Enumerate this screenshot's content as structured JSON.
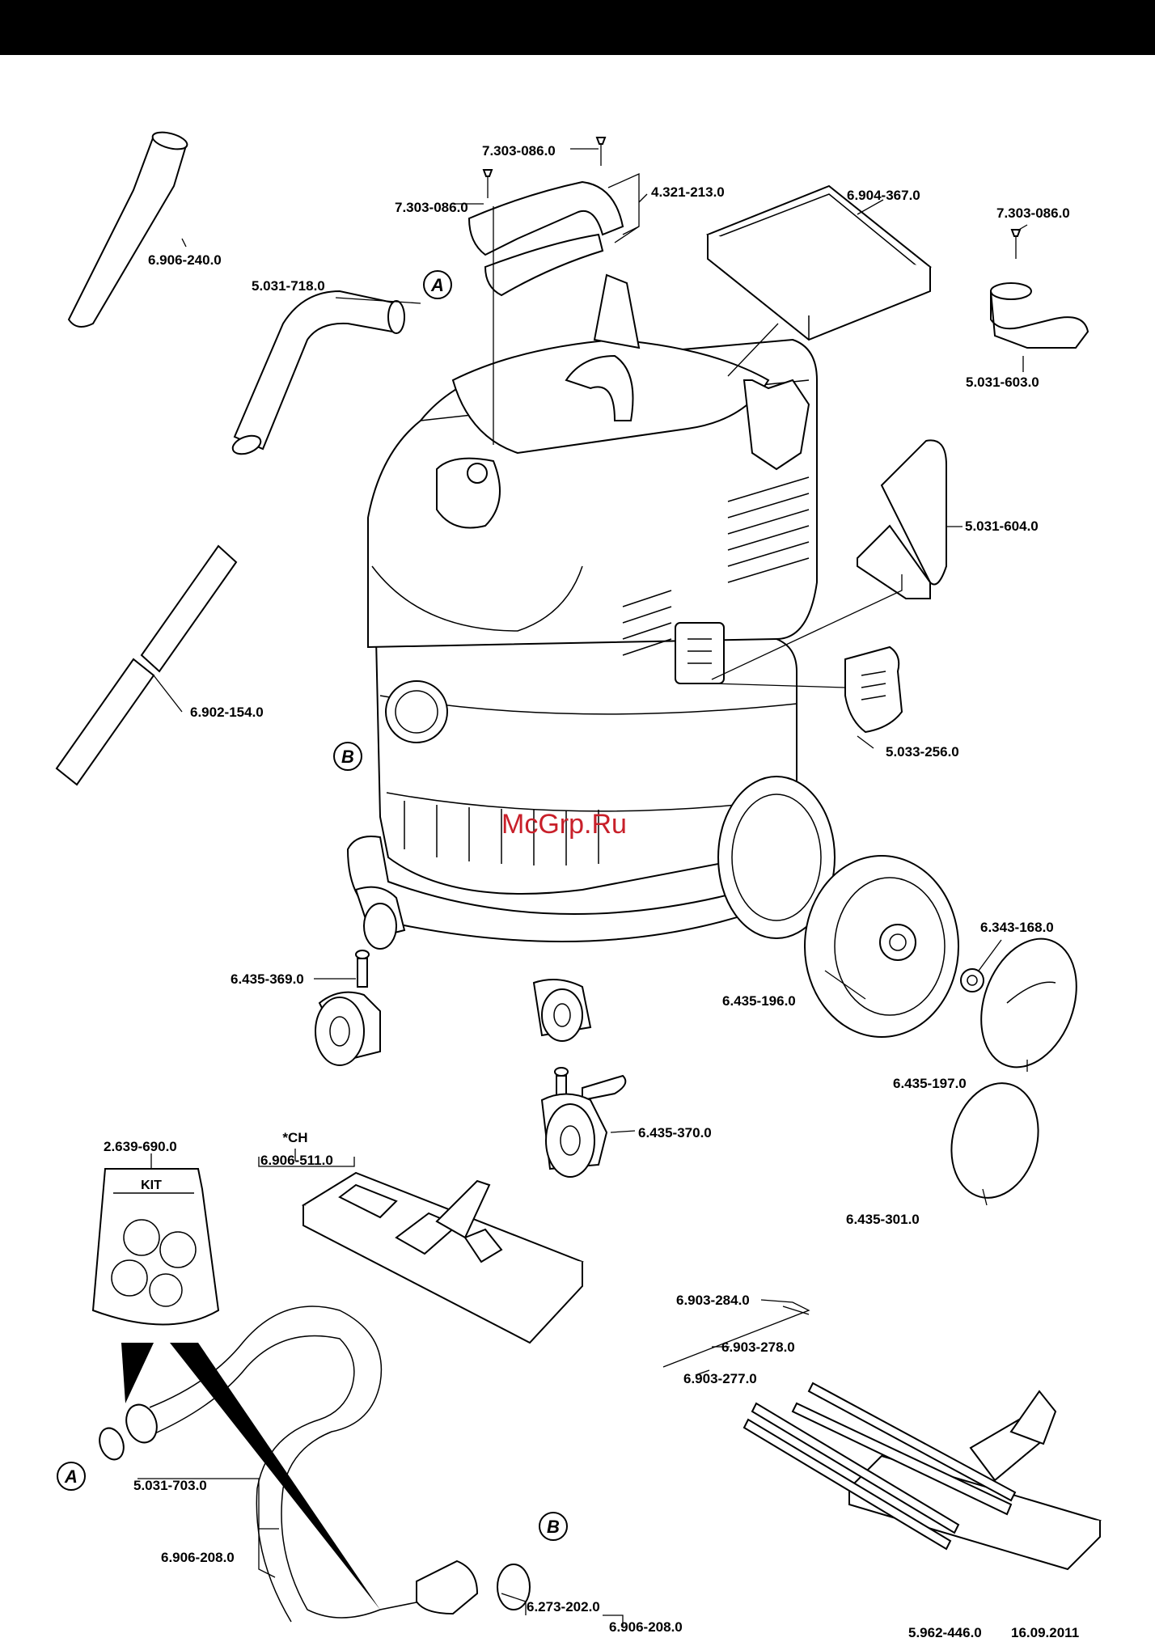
{
  "watermark": "McGrp.Ru",
  "kit_label": "KIT",
  "ch_label": "*CH",
  "circle_labels": {
    "a": "A",
    "b": "B"
  },
  "parts": {
    "p7303086_top": "7.303-086.0",
    "p7303086_left": "7.303-086.0",
    "p7303086_right": "7.303-086.0",
    "p4321213": "4.321-213.0",
    "p6904367": "6.904-367.0",
    "p6906240": "6.906-240.0",
    "p5031718": "5.031-718.0",
    "p5031603": "5.031-603.0",
    "p5031604": "5.031-604.0",
    "p6902154": "6.902-154.0",
    "p5033256": "5.033-256.0",
    "p6343168": "6.343-168.0",
    "p6435369": "6.435-369.0",
    "p6435196": "6.435-196.0",
    "p6435197": "6.435-197.0",
    "p6435370": "6.435-370.0",
    "p2639690": "2.639-690.0",
    "p6906511": "6.906-511.0",
    "p6435301": "6.435-301.0",
    "p6903284": "6.903-284.0",
    "p6903278": "6.903-278.0",
    "p6903277": "6.903-277.0",
    "p5031703": "5.031-703.0",
    "p6906208_left": "6.906-208.0",
    "p6273202": "6.273-202.0",
    "p6906208_bottom": "6.906-208.0"
  },
  "footer": {
    "doc_number": "5.962-446.0",
    "date": "16.09.2011"
  }
}
